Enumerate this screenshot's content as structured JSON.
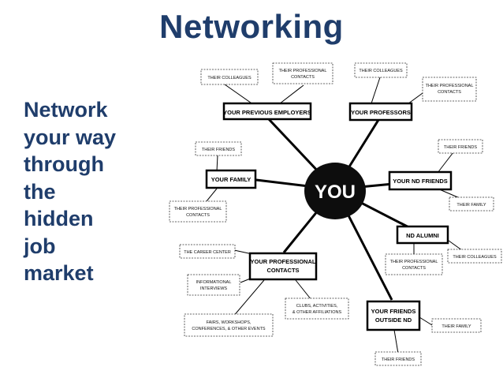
{
  "title": "Networking",
  "side_lines": [
    "Network",
    "your way",
    "through",
    "the",
    "hidden",
    "job",
    "market"
  ],
  "center": "YOU",
  "nodes": {
    "prev_employers": "YOUR PREVIOUS EMPLOYERS",
    "professors": "YOUR PROFESSORS",
    "family": "YOUR FAMILY",
    "nd_friends": "YOUR ND FRIENDS",
    "nd_alumni": "ND ALUMNI",
    "prof_contacts": [
      "YOUR PROFESSIONAL",
      "CONTACTS"
    ],
    "friends_outside": [
      "YOUR FRIENDS",
      "OUTSIDE ND"
    ]
  },
  "leaves": {
    "colleagues_1": "THEIR COLLEAGUES",
    "prof_contacts_1": [
      "THEIR PROFESSIONAL",
      "CONTACTS"
    ],
    "colleagues_2": "THEIR COLLEAGUES",
    "prof_contacts_2": [
      "THEIR PROFESSIONAL",
      "CONTACTS"
    ],
    "friends_1": "THEIR FRIENDS",
    "prof_contacts_3": [
      "THEIR PROFESSIONAL",
      "CONTACTS"
    ],
    "friends_2": "THEIR FRIENDS",
    "family_1": "THEIR FAMILY",
    "prof_contacts_4": [
      "THEIR PROFESSIONAL",
      "CONTACTS"
    ],
    "colleagues_3": "THEIR COLLEAGUES",
    "career_center": "THE CAREER CENTER",
    "informational": [
      "INFORMATIONAL",
      "INTERVIEWS"
    ],
    "fairs": [
      "FAIRS, WORKSHOPS,",
      "CONFERENCES, & OTHER EVENTS"
    ],
    "clubs": [
      "CLUBS, ACTIVITIES,",
      "& OTHER AFFILIATIONS"
    ],
    "family_2": "THEIR FAMILY",
    "friends_3": "THEIR FRIENDS"
  }
}
